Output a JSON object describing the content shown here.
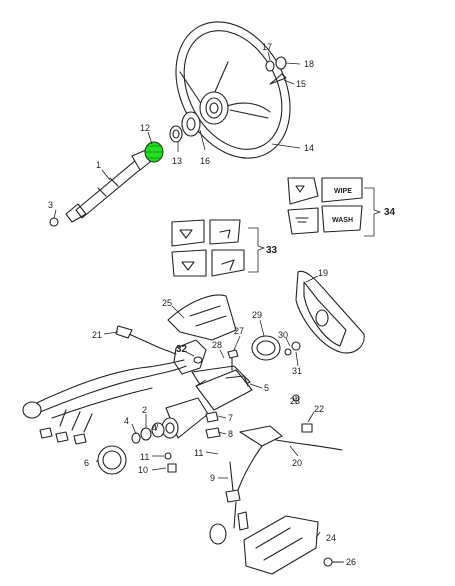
{
  "colors": {
    "line": "#222222",
    "highlight": "#22dd22",
    "background": "#ffffff"
  },
  "callouts": {
    "c1": "1",
    "c2": "2",
    "c3": "3",
    "c4a": "4",
    "c4b": "4",
    "c5": "5",
    "c6": "6",
    "c7": "7",
    "c8": "8",
    "c9": "9",
    "c10": "10",
    "c11a": "11",
    "c11b": "11",
    "c12": "12",
    "c13": "13",
    "c14": "14",
    "c15": "15",
    "c16": "16",
    "c17": "17",
    "c18": "18",
    "c19": "19",
    "c20": "20",
    "c21": "21",
    "c22": "22",
    "c23": "23",
    "c24": "24",
    "c25": "25",
    "c26": "26",
    "c27": "27",
    "c28": "28",
    "c29": "29",
    "c30": "30",
    "c31": "31",
    "c32": "32",
    "c33": "33",
    "c34": "34"
  },
  "switch_labels": {
    "wipe": "WIPE",
    "wash": "WASH"
  },
  "icons": {
    "highlighted_part": "bushing-icon"
  }
}
